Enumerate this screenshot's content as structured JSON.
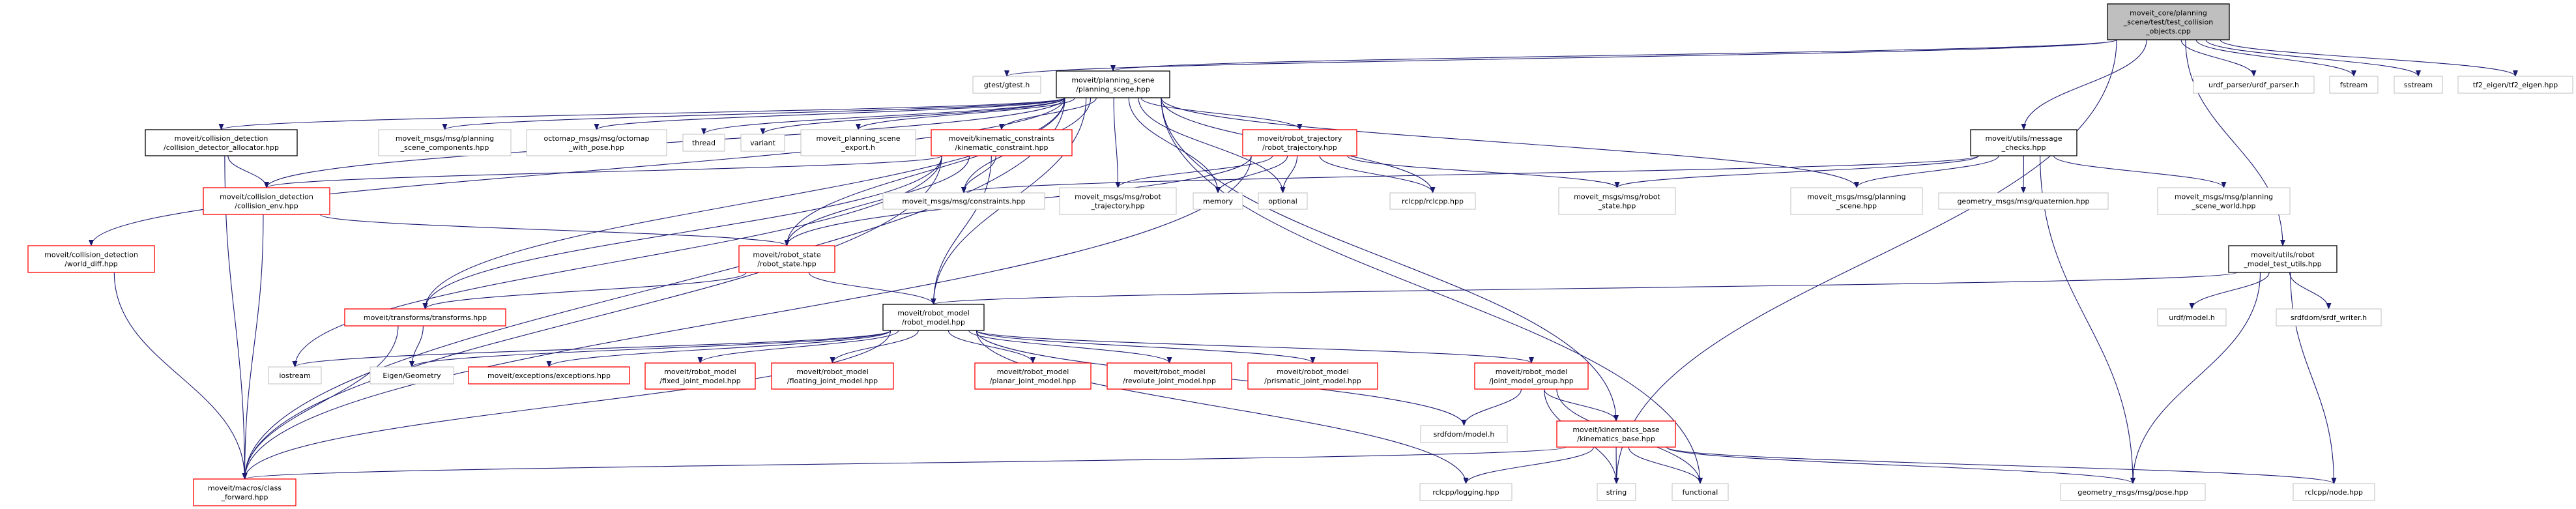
{
  "colors": {
    "edge": "#191970",
    "root_fill": "#bfbfbf",
    "documented_border": "#000000",
    "red_border": "#ff0000",
    "grey_border": "#bfbfbf"
  },
  "nodes": [
    {
      "id": "root",
      "style": "root",
      "lines": [
        "moveit_core/planning",
        "_scene/test/test_collision",
        "_objects.cpp"
      ]
    },
    {
      "id": "gtest",
      "style": "grey",
      "lines": [
        "gtest/gtest.h"
      ]
    },
    {
      "id": "planning_scene",
      "style": "documented",
      "lines": [
        "moveit/planning_scene",
        "/planning_scene.hpp"
      ]
    },
    {
      "id": "message_checks",
      "style": "documented",
      "lines": [
        "moveit/utils/message",
        "_checks.hpp"
      ]
    },
    {
      "id": "urdf_parser",
      "style": "grey",
      "lines": [
        "urdf_parser/urdf_parser.h"
      ]
    },
    {
      "id": "fstream",
      "style": "grey",
      "lines": [
        "fstream"
      ]
    },
    {
      "id": "sstream",
      "style": "grey",
      "lines": [
        "sstream"
      ]
    },
    {
      "id": "tf2_eigen",
      "style": "grey",
      "lines": [
        "tf2_eigen/tf2_eigen.hpp"
      ]
    },
    {
      "id": "allocator",
      "style": "documented",
      "lines": [
        "moveit/collision_detection",
        "/collision_detector_allocator.hpp"
      ]
    },
    {
      "id": "ps_components",
      "style": "grey",
      "lines": [
        "moveit_msgs/msg/planning",
        "_scene_components.hpp"
      ]
    },
    {
      "id": "octomap",
      "style": "grey",
      "lines": [
        "octomap_msgs/msg/octomap",
        "_with_pose.hpp"
      ]
    },
    {
      "id": "thread",
      "style": "grey",
      "lines": [
        "thread"
      ]
    },
    {
      "id": "variant",
      "style": "grey",
      "lines": [
        "variant"
      ]
    },
    {
      "id": "export",
      "style": "grey",
      "lines": [
        "moveit_planning_scene",
        "_export.h"
      ]
    },
    {
      "id": "kinematic_constraint",
      "style": "red",
      "lines": [
        "moveit/kinematic_constraints",
        "/kinematic_constraint.hpp"
      ]
    },
    {
      "id": "robot_trajectory",
      "style": "red",
      "lines": [
        "moveit/robot_trajectory",
        "/robot_trajectory.hpp"
      ]
    },
    {
      "id": "collision_env",
      "style": "red",
      "lines": [
        "moveit/collision_detection",
        "/collision_env.hpp"
      ]
    },
    {
      "id": "constraints_msg",
      "style": "grey",
      "lines": [
        "moveit_msgs/msg/constraints.hpp"
      ]
    },
    {
      "id": "robot_traj_msg",
      "style": "grey",
      "lines": [
        "moveit_msgs/msg/robot",
        "_trajectory.hpp"
      ]
    },
    {
      "id": "memory",
      "style": "grey",
      "lines": [
        "memory"
      ]
    },
    {
      "id": "optional",
      "style": "grey",
      "lines": [
        "optional"
      ]
    },
    {
      "id": "rclcpp",
      "style": "grey",
      "lines": [
        "rclcpp/rclcpp.hpp"
      ]
    },
    {
      "id": "robot_state_msg",
      "style": "grey",
      "lines": [
        "moveit_msgs/msg/robot",
        "_state.hpp"
      ]
    },
    {
      "id": "planning_scene_msg",
      "style": "grey",
      "lines": [
        "moveit_msgs/msg/planning",
        "_scene.hpp"
      ]
    },
    {
      "id": "quaternion",
      "style": "grey",
      "lines": [
        "geometry_msgs/msg/quaternion.hpp"
      ]
    },
    {
      "id": "ps_world",
      "style": "grey",
      "lines": [
        "moveit_msgs/msg/planning",
        "_scene_world.hpp"
      ]
    },
    {
      "id": "world_diff",
      "style": "red",
      "lines": [
        "moveit/collision_detection",
        "/world_diff.hpp"
      ]
    },
    {
      "id": "robot_state",
      "style": "red",
      "lines": [
        "moveit/robot_state",
        "/robot_state.hpp"
      ]
    },
    {
      "id": "test_utils",
      "style": "documented",
      "lines": [
        "moveit/utils/robot",
        "_model_test_utils.hpp"
      ]
    },
    {
      "id": "transforms",
      "style": "red",
      "lines": [
        "moveit/transforms/transforms.hpp"
      ]
    },
    {
      "id": "robot_model",
      "style": "documented",
      "lines": [
        "moveit/robot_model",
        "/robot_model.hpp"
      ]
    },
    {
      "id": "urdf_model",
      "style": "grey",
      "lines": [
        "urdf/model.h"
      ]
    },
    {
      "id": "srdf_writer",
      "style": "grey",
      "lines": [
        "srdfdom/srdf_writer.h"
      ]
    },
    {
      "id": "iostream",
      "style": "grey",
      "lines": [
        "iostream"
      ]
    },
    {
      "id": "eigen",
      "style": "grey",
      "lines": [
        "Eigen/Geometry"
      ]
    },
    {
      "id": "exceptions",
      "style": "red",
      "lines": [
        "moveit/exceptions/exceptions.hpp"
      ]
    },
    {
      "id": "fixed",
      "style": "red",
      "lines": [
        "moveit/robot_model",
        "/fixed_joint_model.hpp"
      ]
    },
    {
      "id": "floating",
      "style": "red",
      "lines": [
        "moveit/robot_model",
        "/floating_joint_model.hpp"
      ]
    },
    {
      "id": "planar",
      "style": "red",
      "lines": [
        "moveit/robot_model",
        "/planar_joint_model.hpp"
      ]
    },
    {
      "id": "revolute",
      "style": "red",
      "lines": [
        "moveit/robot_model",
        "/revolute_joint_model.hpp"
      ]
    },
    {
      "id": "prismatic",
      "style": "red",
      "lines": [
        "moveit/robot_model",
        "/prismatic_joint_model.hpp"
      ]
    },
    {
      "id": "jmg",
      "style": "red",
      "lines": [
        "moveit/robot_model",
        "/joint_model_group.hpp"
      ]
    },
    {
      "id": "srdf_model",
      "style": "grey",
      "lines": [
        "srdfdom/model.h"
      ]
    },
    {
      "id": "kinematics_base",
      "style": "red",
      "lines": [
        "moveit/kinematics_base",
        "/kinematics_base.hpp"
      ]
    },
    {
      "id": "class_forward",
      "style": "red",
      "lines": [
        "moveit/macros/class",
        "_forward.hpp"
      ]
    },
    {
      "id": "logging",
      "style": "grey",
      "lines": [
        "rclcpp/logging.hpp"
      ]
    },
    {
      "id": "string",
      "style": "grey",
      "lines": [
        "string"
      ]
    },
    {
      "id": "functional",
      "style": "grey",
      "lines": [
        "functional"
      ]
    },
    {
      "id": "pose",
      "style": "grey",
      "lines": [
        "geometry_msgs/msg/pose.hpp"
      ]
    },
    {
      "id": "node",
      "style": "grey",
      "lines": [
        "rclcpp/node.hpp"
      ]
    }
  ],
  "edges": [
    [
      "root",
      "gtest"
    ],
    [
      "root",
      "planning_scene"
    ],
    [
      "root",
      "message_checks"
    ],
    [
      "root",
      "urdf_parser"
    ],
    [
      "root",
      "fstream"
    ],
    [
      "root",
      "sstream"
    ],
    [
      "root",
      "tf2_eigen"
    ],
    [
      "root",
      "test_utils"
    ],
    [
      "root",
      "string"
    ],
    [
      "planning_scene",
      "allocator"
    ],
    [
      "planning_scene",
      "collision_env"
    ],
    [
      "planning_scene",
      "world_diff"
    ],
    [
      "planning_scene",
      "class_forward"
    ],
    [
      "planning_scene",
      "ps_components"
    ],
    [
      "planning_scene",
      "octomap"
    ],
    [
      "planning_scene",
      "thread"
    ],
    [
      "planning_scene",
      "variant"
    ],
    [
      "planning_scene",
      "export"
    ],
    [
      "planning_scene",
      "kinematic_constraint"
    ],
    [
      "planning_scene",
      "constraints_msg"
    ],
    [
      "planning_scene",
      "robot_traj_msg"
    ],
    [
      "planning_scene",
      "memory"
    ],
    [
      "planning_scene",
      "optional"
    ],
    [
      "planning_scene",
      "robot_trajectory"
    ],
    [
      "planning_scene",
      "rclcpp"
    ],
    [
      "planning_scene",
      "planning_scene_msg"
    ],
    [
      "planning_scene",
      "robot_state"
    ],
    [
      "planning_scene",
      "robot_model"
    ],
    [
      "planning_scene",
      "transforms"
    ],
    [
      "planning_scene",
      "kinematics_base"
    ],
    [
      "planning_scene",
      "functional"
    ],
    [
      "allocator",
      "collision_env"
    ],
    [
      "allocator",
      "class_forward"
    ],
    [
      "collision_env",
      "robot_state"
    ],
    [
      "collision_env",
      "class_forward"
    ],
    [
      "world_diff",
      "class_forward"
    ],
    [
      "kinematic_constraint",
      "constraints_msg"
    ],
    [
      "kinematic_constraint",
      "collision_env"
    ],
    [
      "kinematic_constraint",
      "robot_state"
    ],
    [
      "kinematic_constraint",
      "robot_model"
    ],
    [
      "kinematic_constraint",
      "transforms"
    ],
    [
      "kinematic_constraint",
      "iostream"
    ],
    [
      "kinematic_constraint",
      "class_forward"
    ],
    [
      "robot_trajectory",
      "robot_traj_msg"
    ],
    [
      "robot_trajectory",
      "memory"
    ],
    [
      "robot_trajectory",
      "optional"
    ],
    [
      "robot_trajectory",
      "rclcpp"
    ],
    [
      "robot_trajectory",
      "robot_state_msg"
    ],
    [
      "robot_trajectory",
      "robot_state"
    ],
    [
      "robot_trajectory",
      "class_forward"
    ],
    [
      "robot_state",
      "robot_model"
    ],
    [
      "robot_state",
      "transforms"
    ],
    [
      "transforms",
      "eigen"
    ],
    [
      "transforms",
      "class_forward"
    ],
    [
      "robot_model",
      "iostream"
    ],
    [
      "robot_model",
      "eigen"
    ],
    [
      "robot_model",
      "exceptions"
    ],
    [
      "robot_model",
      "fixed"
    ],
    [
      "robot_model",
      "floating"
    ],
    [
      "robot_model",
      "planar"
    ],
    [
      "robot_model",
      "revolute"
    ],
    [
      "robot_model",
      "prismatic"
    ],
    [
      "robot_model",
      "jmg"
    ],
    [
      "robot_model",
      "srdf_model"
    ],
    [
      "robot_model",
      "logging"
    ],
    [
      "robot_model",
      "class_forward"
    ],
    [
      "jmg",
      "srdf_model"
    ],
    [
      "jmg",
      "kinematics_base"
    ],
    [
      "jmg",
      "string"
    ],
    [
      "jmg",
      "functional"
    ],
    [
      "kinematics_base",
      "class_forward"
    ],
    [
      "kinematics_base",
      "logging"
    ],
    [
      "kinematics_base",
      "string"
    ],
    [
      "kinematics_base",
      "functional"
    ],
    [
      "kinematics_base",
      "pose"
    ],
    [
      "kinematics_base",
      "node"
    ],
    [
      "message_checks",
      "constraints_msg"
    ],
    [
      "message_checks",
      "robot_state_msg"
    ],
    [
      "message_checks",
      "planning_scene_msg"
    ],
    [
      "message_checks",
      "quaternion"
    ],
    [
      "message_checks",
      "ps_world"
    ],
    [
      "message_checks",
      "pose"
    ],
    [
      "test_utils",
      "robot_model"
    ],
    [
      "test_utils",
      "urdf_model"
    ],
    [
      "test_utils",
      "srdf_writer"
    ],
    [
      "test_utils",
      "pose"
    ],
    [
      "test_utils",
      "node"
    ]
  ]
}
